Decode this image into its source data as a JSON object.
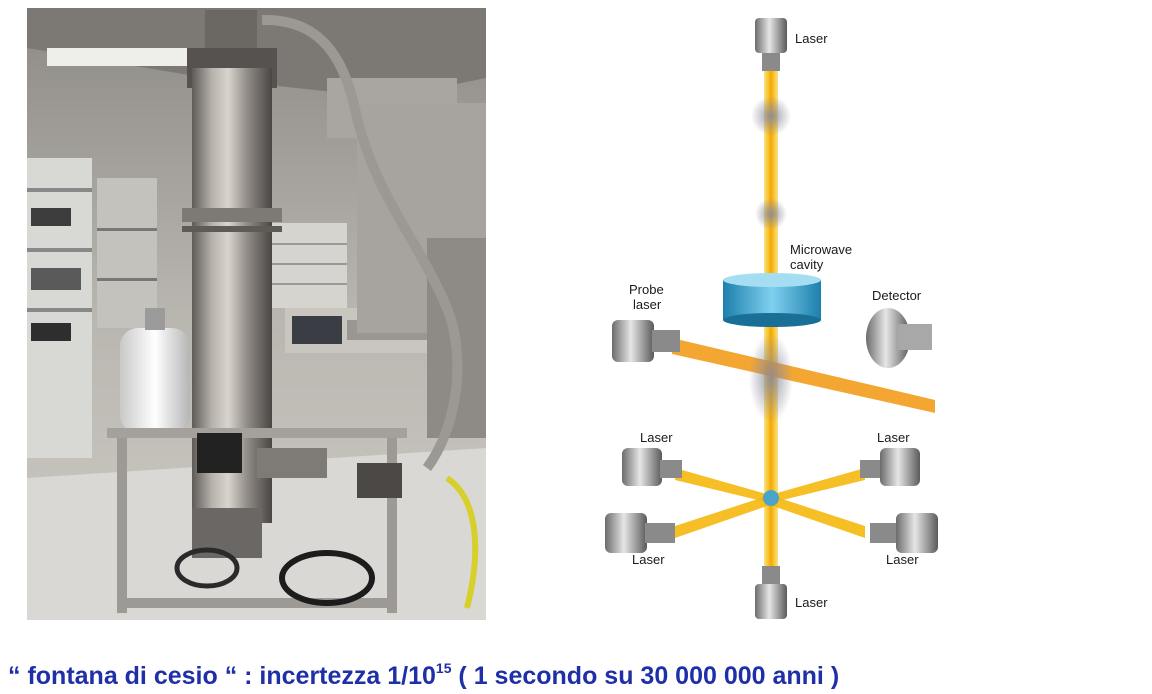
{
  "caption": {
    "part1": "“ fontana di cesio “ :  incertezza 1/10",
    "exponent": "15",
    "part2": " ( 1 secondo su 30 000 000 anni )",
    "color": "#1f2fa8"
  },
  "diagram": {
    "labels": {
      "laser_top": "Laser",
      "microwave_line1": "Microwave",
      "microwave_line2": "cavity",
      "probe_line1": "Probe",
      "probe_line2": "laser",
      "detector": "Detector",
      "laser_upper_left": "Laser",
      "laser_upper_right": "Laser",
      "laser_lower_left": "Laser",
      "laser_lower_right": "Laser",
      "laser_bottom": "Laser"
    },
    "colors": {
      "beam": "#f5b400",
      "probe_beam": "#f08a10",
      "cavity": "#2a9ed0",
      "atoms": "#7a7a8a"
    }
  },
  "photo": {
    "icons": [
      "cesium-fountain-cylinder-icon",
      "lab-equipment-icon",
      "dewar-icon"
    ]
  }
}
